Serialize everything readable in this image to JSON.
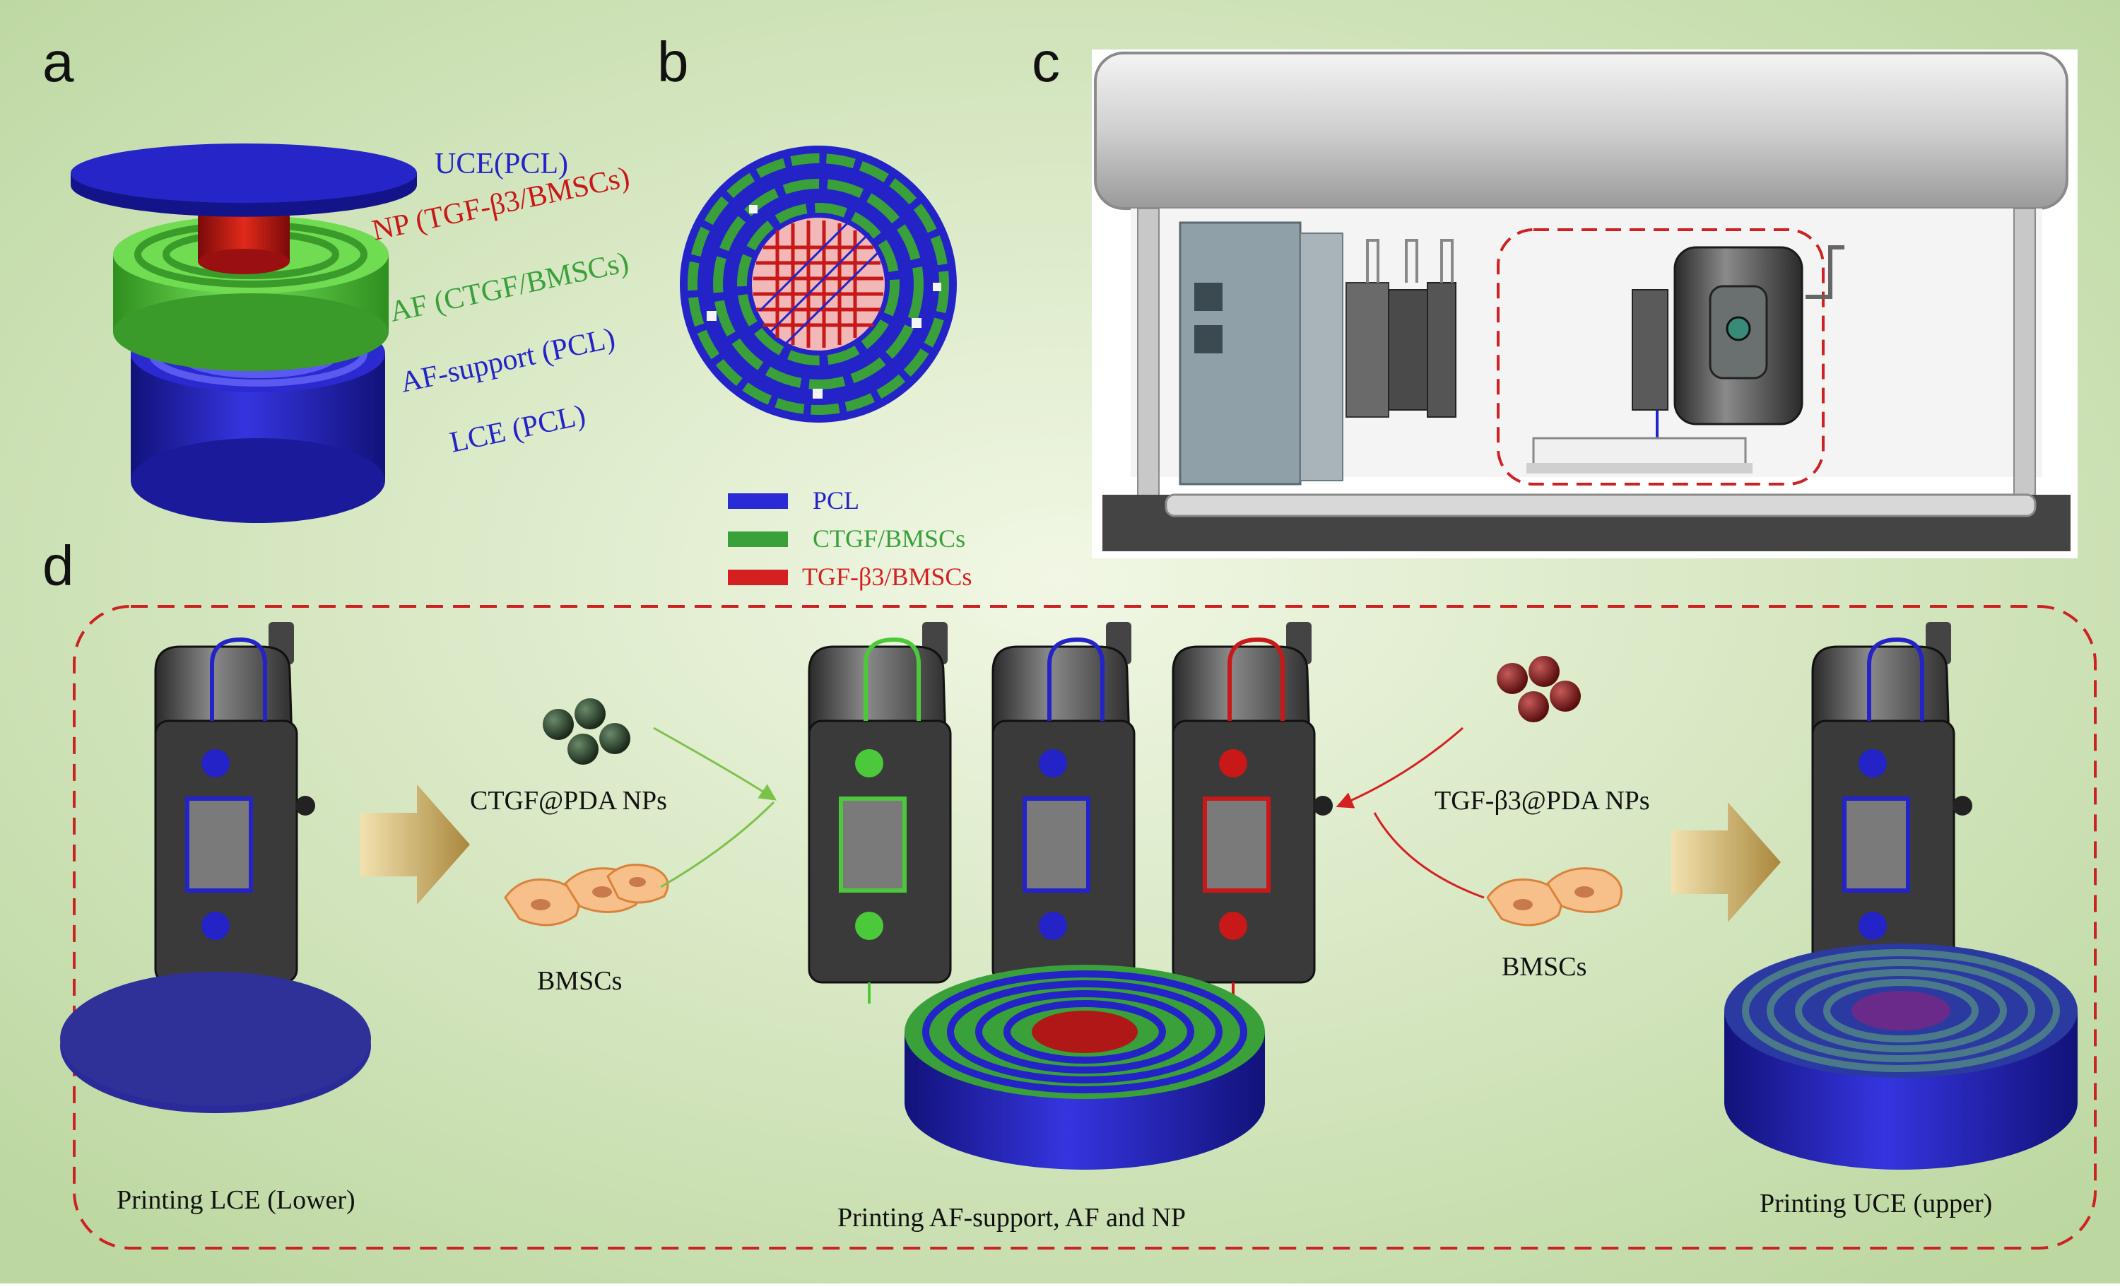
{
  "panels": {
    "a": {
      "letter": "a",
      "labels": {
        "uce": "UCE(PCL)",
        "np": "NP (TGF-β3/BMSCs)",
        "af": "AF (CTGF/BMSCs)",
        "af_support": "AF-support (PCL)",
        "lce": "LCE (PCL)"
      }
    },
    "b": {
      "letter": "b",
      "legend": [
        {
          "label": "PCL",
          "color": "#2a2ad6"
        },
        {
          "label": "CTGF/BMSCs",
          "color": "#3aa03a"
        },
        {
          "label": "TGF-β3/BMSCs",
          "color": "#d42020"
        }
      ]
    },
    "c": {
      "letter": "c"
    },
    "d": {
      "letter": "d",
      "ctgf_np": "CTGF@PDA NPs",
      "bmscs_left": "BMSCs",
      "tgf_np": "TGF-β3@PDA NPs",
      "bmscs_right": "BMSCs",
      "caption_lce": "Printing LCE (Lower)",
      "caption_af": "Printing AF-support,   AF and NP",
      "caption_uce": "Printing UCE (upper)"
    }
  },
  "colors": {
    "pcl_blue": "#2323c8",
    "ctgf_green": "#4cc93a",
    "tgf_red": "#c81818",
    "background": "#cfe2b4",
    "dashed_red": "#cc2222"
  }
}
